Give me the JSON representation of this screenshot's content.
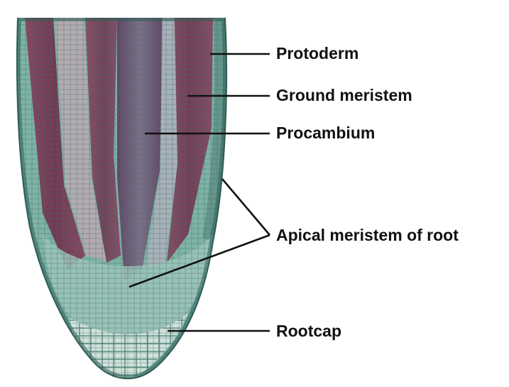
{
  "figure": {
    "subject": "root-tip-longitudinal-section",
    "colors": {
      "background": "#ffffff",
      "cell_wall": "#3f6f6a",
      "teal_tissue": "#7fb3a6",
      "pale_cells": "#d8e6df",
      "purple_tissue": "#7a3552",
      "dark_core": "#4d3050",
      "leader_line": "#111111",
      "label_text": "#111111"
    }
  },
  "labels": {
    "protoderm": "Protoderm",
    "ground_meristem": "Ground meristem",
    "procambium": "Procambium",
    "apical_meristem": "Apical meristem of root",
    "rootcap": "Rootcap"
  }
}
